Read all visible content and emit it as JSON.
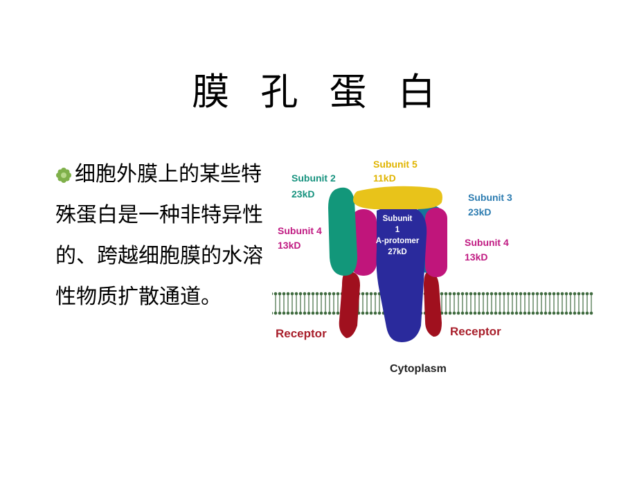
{
  "slide": {
    "title": "膜 孔 蛋 白",
    "bullet_text": "细胞外膜上的某些特殊蛋白是一种非特异性的、跨越细胞膜的水溶性物质扩散通道。"
  },
  "diagram": {
    "subunit5": {
      "name": "Subunit 5",
      "mass": "11kD"
    },
    "subunit2": {
      "name": "Subunit 2",
      "mass": "23kD"
    },
    "subunit3": {
      "name": "Subunit 3",
      "mass": "23kD"
    },
    "subunit4_left": {
      "name": "Subunit 4",
      "mass": "13kD"
    },
    "subunit4_right": {
      "name": "Subunit 4",
      "mass": "13kD"
    },
    "subunit1": {
      "name": "Subunit",
      "number": "1",
      "role": "A-protomer",
      "mass": "27kD"
    },
    "receptor_left": "Receptor",
    "receptor_right": "Receptor",
    "cytoplasm": "Cytoplasm",
    "colors": {
      "subunit5": "#e8c31a",
      "subunit2": "#12977a",
      "subunit3": "#16769b",
      "subunit4": "#c0157b",
      "subunit1": "#2a2a9c",
      "receptor": "#a0101e",
      "label_yellow": "#e0b400",
      "label_teal": "#16927e",
      "label_blue": "#2b7bb0",
      "label_magenta": "#c01a82",
      "label_red": "#a81e2a"
    }
  }
}
